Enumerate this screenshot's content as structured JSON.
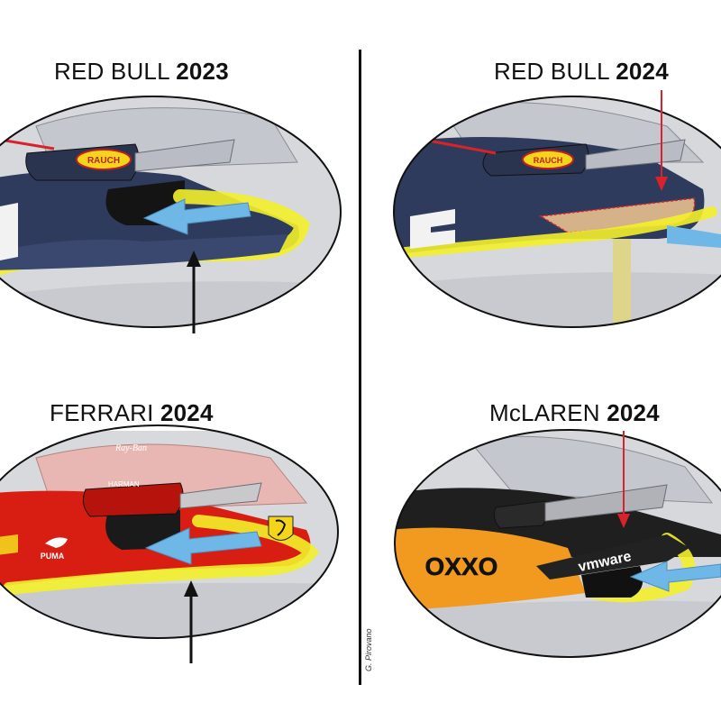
{
  "panels": [
    {
      "team": "RED BULL",
      "year": "2023"
    },
    {
      "team": "RED BULL",
      "year": "2024"
    },
    {
      "team": "FERRARI",
      "year": "2024"
    },
    {
      "team": "McLAREN",
      "year": "2024"
    }
  ],
  "logos": {
    "rauch": "RAUCH",
    "oxxo": "OXXO",
    "vmware": "vmware",
    "puma": "PUMA",
    "harman": "HARMAN",
    "ray_ban": "Ray-Ban"
  },
  "credit": "G. Pirovano",
  "colors": {
    "redbull_navy": "#2f3b5c",
    "ferrari_red": "#d81e12",
    "mclaren_papaya": "#f29a1f",
    "mclaren_black": "#1f1f1f",
    "airflow_blue": "#6fb7e6",
    "highlight_yellow": "#f3ef2a",
    "arrow_red": "#d8232a",
    "arrow_black": "#111111"
  },
  "icons": [
    "airflow-arrow-icon",
    "pointer-arrow-icon",
    "puma-cat-icon",
    "ferrari-shield-icon",
    "rauch-logo-icon"
  ]
}
